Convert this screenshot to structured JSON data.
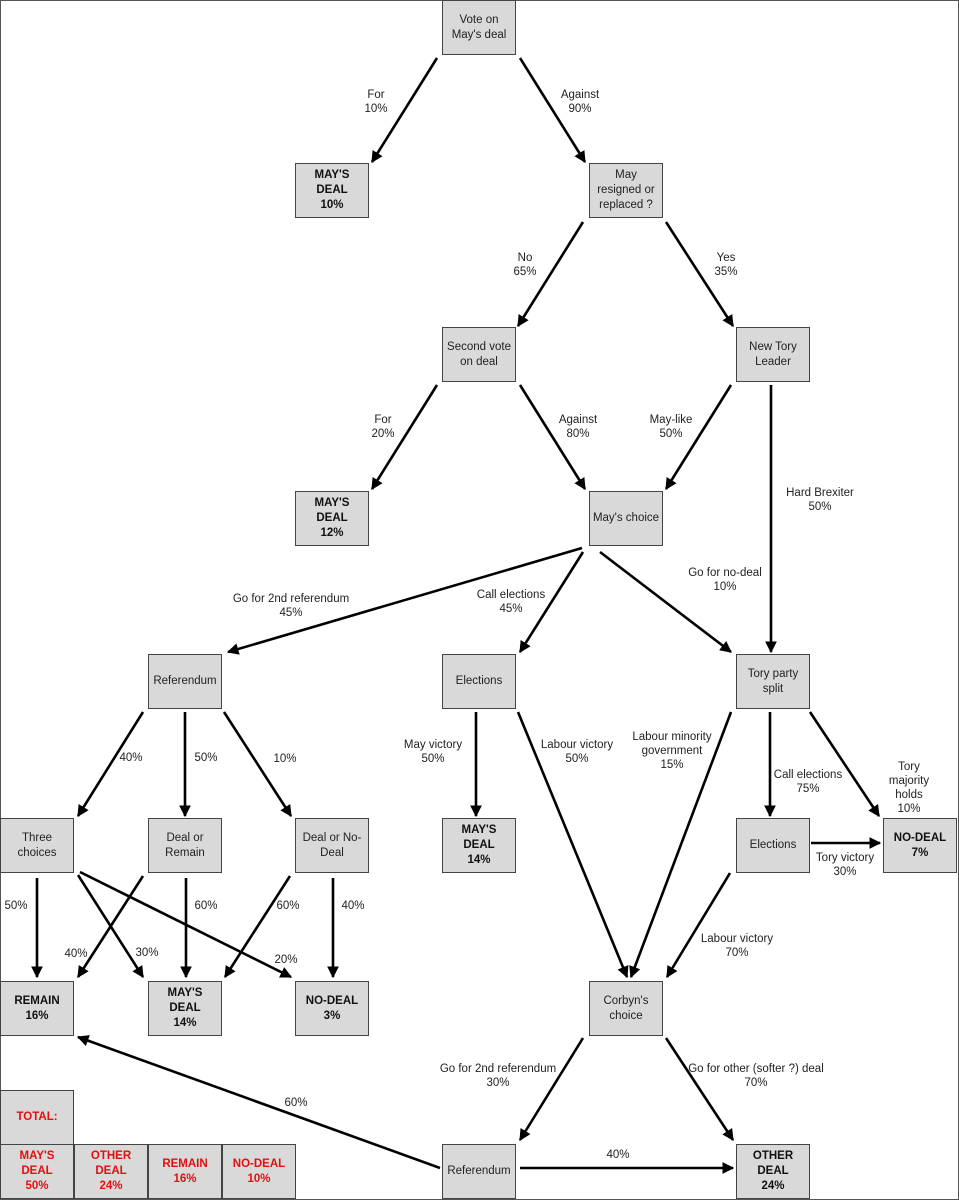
{
  "nodes": {
    "vote": "Vote on\nMay's deal",
    "mays_deal_1": "MAY'S\nDEAL\n10%",
    "resigned": "May\nresigned or\nreplaced ?",
    "second_vote": "Second vote\non deal",
    "new_tory": "New Tory\nLeader",
    "mays_deal_2": "MAY'S\nDEAL\n12%",
    "mays_choice": "May's choice",
    "referendum_1": "Referendum",
    "elections_1": "Elections",
    "tory_split": "Tory party\nsplit",
    "three_choices": "Three\nchoices",
    "deal_or_remain": "Deal or\nRemain",
    "deal_or_nodeal": "Deal or No-\nDeal",
    "mays_deal_3": "MAY'S\nDEAL\n14%",
    "elections_2": "Elections",
    "no_deal_7": "NO-DEAL\n7%",
    "remain_16": "REMAIN\n16%",
    "mays_deal_4": "MAY'S\nDEAL\n14%",
    "no_deal_3": "NO-DEAL\n3%",
    "corbyn": "Corbyn's\nchoice",
    "referendum_2": "Referendum",
    "other_deal": "OTHER\nDEAL\n24%"
  },
  "totals": {
    "title": "TOTAL:",
    "mays_deal": "MAY'S\nDEAL\n50%",
    "other_deal": "OTHER\nDEAL\n24%",
    "remain": "REMAIN\n16%",
    "no_deal": "NO-DEAL\n10%"
  },
  "labels": {
    "for_10": "For\n10%",
    "against_90": "Against\n90%",
    "no_65": "No\n65%",
    "yes_35": "Yes\n35%",
    "for_20": "For\n20%",
    "against_80": "Against\n80%",
    "may_like_50": "May-like\n50%",
    "hard_brexiter_50": "Hard Brexiter\n50%",
    "second_ref_45": "Go for 2nd referendum\n45%",
    "call_elections_45": "Call elections\n45%",
    "no_deal_10": "Go for no-deal\n10%",
    "ref_40": "40%",
    "ref_50": "50%",
    "ref_10": "10%",
    "may_victory_50": "May victory\n50%",
    "labour_victory_50": "Labour victory\n50%",
    "labour_minority_15": "Labour minority\ngovernment\n15%",
    "call_elections_75": "Call elections\n75%",
    "tory_majority_10": "Tory majority\nholds\n10%",
    "tory_victory_30": "Tory victory\n30%",
    "labour_victory_70": "Labour victory\n70%",
    "three_50": "50%",
    "dr_40": "40%",
    "three_30": "30%",
    "dr_60": "60%",
    "dnd_60": "60%",
    "three_20": "20%",
    "dnd_40": "40%",
    "corbyn_ref_30": "Go for 2nd referendum\n30%",
    "corbyn_other_70": "Go for other (softer ?) deal\n70%",
    "ref2_remain_60": "60%",
    "ref2_other_40": "40%"
  },
  "colors": {
    "box": "#d9d9d9",
    "total_text": "#e01010"
  }
}
